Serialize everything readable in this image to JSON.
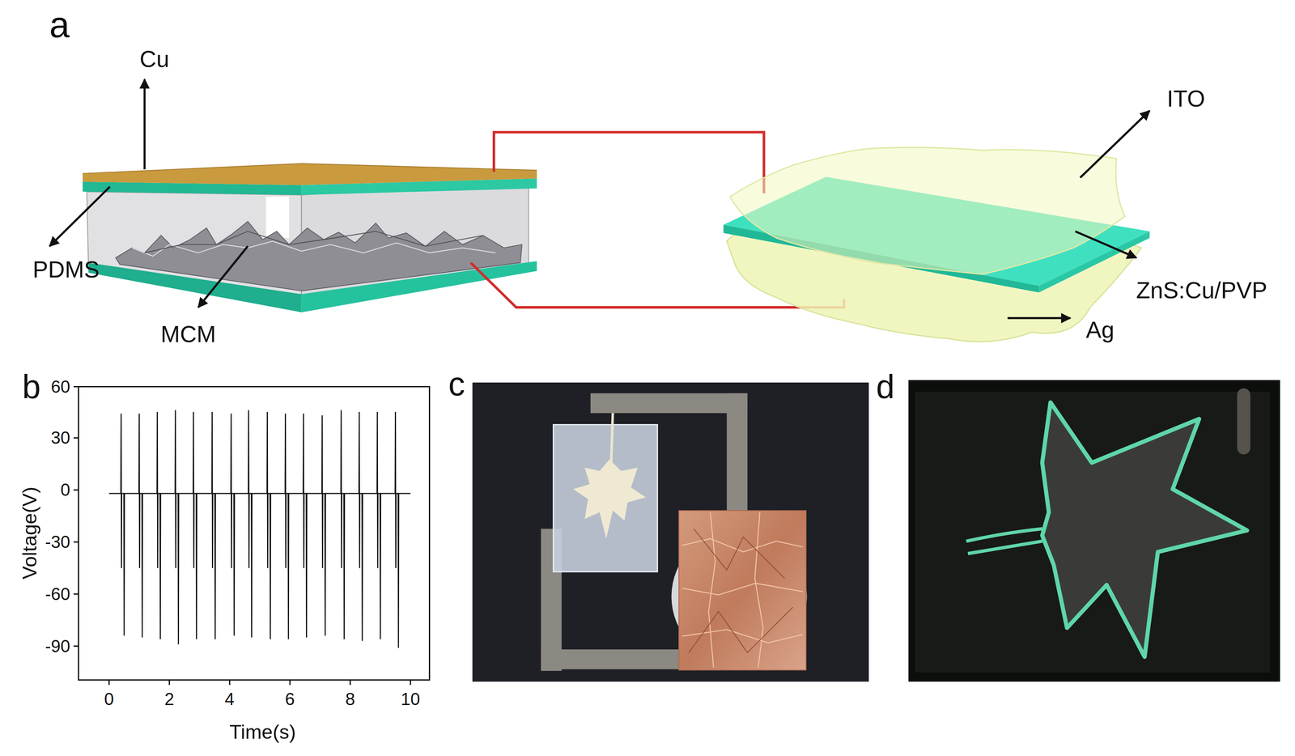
{
  "diagram": {
    "labels": [
      "a",
      "Cu",
      "PDMS",
      "MCM",
      "ITO",
      "ZnS:Cu/PVP",
      "Ag",
      "b",
      "60",
      "30",
      "0",
      "-30",
      "-60",
      "-90",
      "0",
      "2",
      "4",
      "6",
      "8",
      "10",
      "Voltage(V)",
      "Time(s)",
      "c",
      "d"
    ]
  }
}
